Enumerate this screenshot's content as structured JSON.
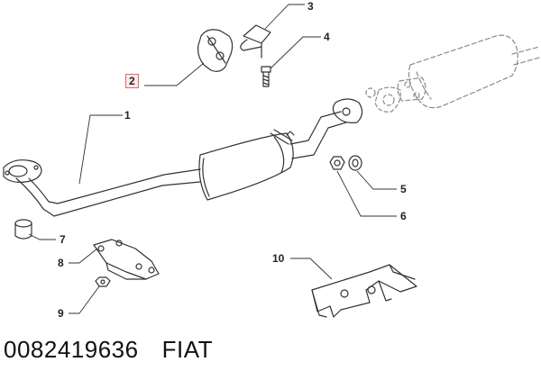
{
  "diagram": {
    "callouts": [
      {
        "id": "1",
        "label": "1",
        "highlighted": false
      },
      {
        "id": "2",
        "label": "2",
        "highlighted": true
      },
      {
        "id": "3",
        "label": "3",
        "highlighted": false
      },
      {
        "id": "4",
        "label": "4",
        "highlighted": false
      },
      {
        "id": "5",
        "label": "5",
        "highlighted": false
      },
      {
        "id": "6",
        "label": "6",
        "highlighted": false
      },
      {
        "id": "7",
        "label": "7",
        "highlighted": false
      },
      {
        "id": "8",
        "label": "8",
        "highlighted": false
      },
      {
        "id": "9",
        "label": "9",
        "highlighted": false
      },
      {
        "id": "10",
        "label": "10",
        "highlighted": false
      }
    ],
    "highlight_color": "#e06a6a",
    "line_color": "#333333"
  },
  "footer": {
    "part_number": "0082419636",
    "brand": "FIAT"
  }
}
